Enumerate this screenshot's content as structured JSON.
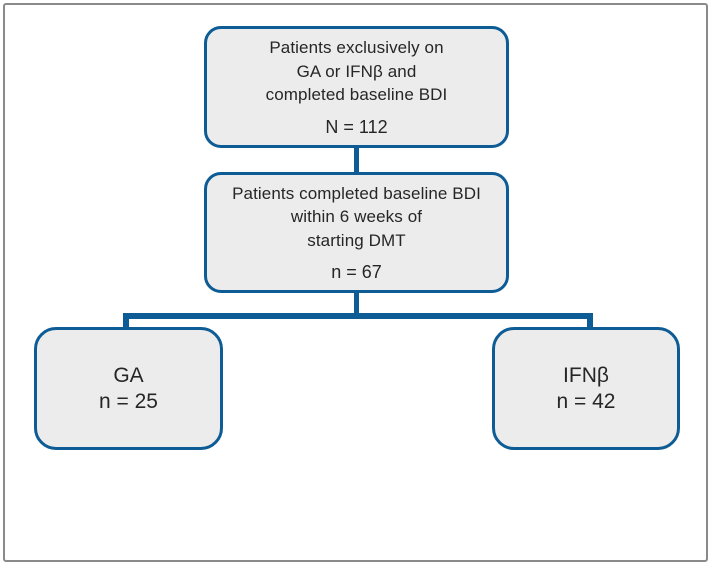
{
  "colors": {
    "connector_blue": "#0e5c95",
    "box_fill": "#ececec",
    "frame_gray": "#8a8a8a",
    "text": "#262626"
  },
  "flowchart": {
    "top_box": {
      "lines": [
        "Patients exclusively on",
        "GA or IFNβ and",
        "completed baseline BDI"
      ],
      "count": "N = 112"
    },
    "middle_box": {
      "lines": [
        "Patients completed baseline BDI",
        "within 6 weeks of",
        "starting DMT"
      ],
      "count": "n = 67"
    },
    "left_box": {
      "label": "GA",
      "count": "n = 25"
    },
    "right_box": {
      "label": "IFNβ",
      "count": "n = 42"
    }
  }
}
